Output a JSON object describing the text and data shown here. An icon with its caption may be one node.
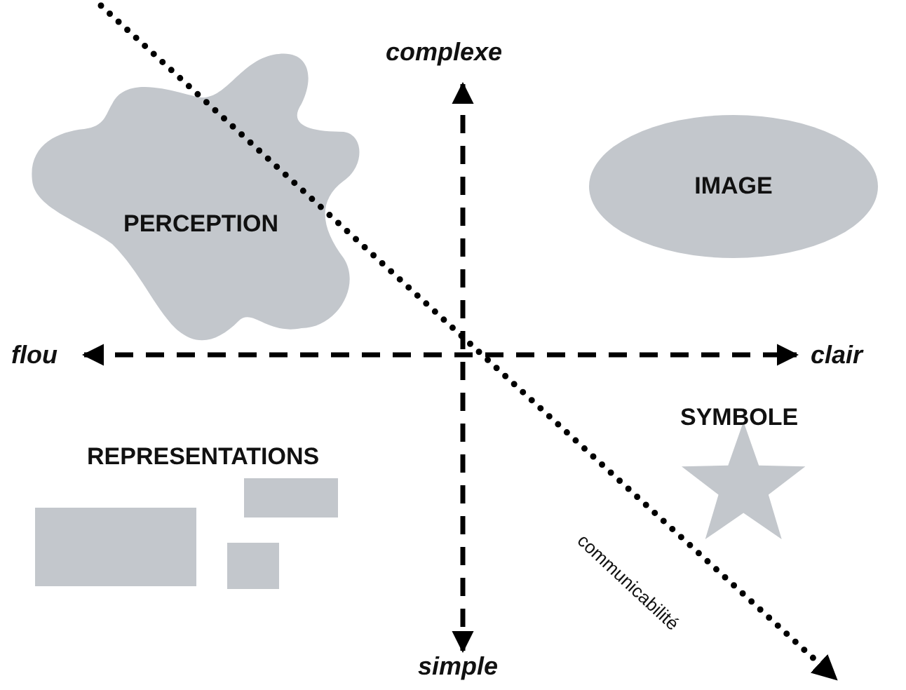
{
  "diagram": {
    "nodes": [
      {
        "text": [
          "PERCEPTION"
        ]
      },
      {
        "text": [
          "IMAGE"
        ]
      },
      {
        "text": [
          "SYMBOLE"
        ]
      },
      {
        "text": [
          "REPRESENTATIONS"
        ]
      },
      {
        "text": [],
        "shape": "box"
      },
      {
        "text": [],
        "shape": "box"
      },
      {
        "text": [],
        "shape": "box"
      }
    ],
    "labels": [
      "complexe",
      "flou",
      "clair",
      "communicabilité",
      "simple"
    ]
  }
}
